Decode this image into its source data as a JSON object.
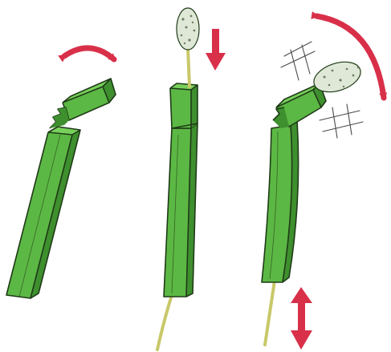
{
  "diagram": {
    "panels": [
      {
        "id": "left",
        "parts": [
          "stem",
          "broken-tip",
          "bend-arrow"
        ]
      },
      {
        "id": "middle",
        "parts": [
          "stem",
          "rod",
          "cotton-swab",
          "down-arrow"
        ]
      },
      {
        "id": "right",
        "parts": [
          "stem",
          "bent-tip",
          "cotton-swab",
          "curved-arrow",
          "motion-marks",
          "up-down-arrow"
        ]
      }
    ],
    "colors": {
      "stem_light": "#78d05a",
      "stem_mid": "#5cb844",
      "stem_dark": "#3e8f2e",
      "outline": "#1f3a18",
      "arrow": "#d9304a",
      "swab_fill": "#dfe8d6",
      "rod": "#c9c86a",
      "rod_outline": "#6c6a2a",
      "marks": "#4a4a4a"
    }
  }
}
